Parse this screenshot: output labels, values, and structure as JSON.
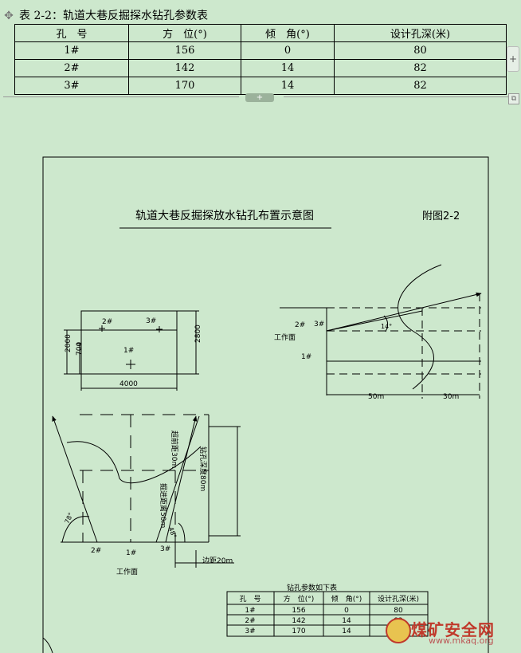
{
  "caption": "表 2-2：轨道大巷反掘探水钻孔参数表",
  "table": {
    "headers": [
      "孔　号",
      "方　位(°)",
      "倾　角(°)",
      "设计孔深(米)"
    ],
    "rows": [
      [
        "1#",
        "156",
        "0",
        "80"
      ],
      [
        "2#",
        "142",
        "14",
        "82"
      ],
      [
        "3#",
        "170",
        "14",
        "82"
      ]
    ]
  },
  "drawing": {
    "title": "轨道大巷反掘探放水钻孔布置示意图",
    "figure_no": "附图2-2",
    "plan_view": {
      "hole_2": "2#",
      "hole_3": "3#",
      "hole_1": "1#",
      "dim_2000": "2000",
      "dim_700": "700",
      "dim_2800": "2800",
      "dim_4000": "4000"
    },
    "side_view": {
      "hole_2": "2#",
      "hole_3": "3#",
      "hole_1": "1#",
      "angle": "14°",
      "face": "工作面",
      "dist_50": "50m",
      "dist_30": "30m"
    },
    "top_view": {
      "hole_2": "2#",
      "hole_1": "1#",
      "hole_3": "3#",
      "angle_left": "78°",
      "angle_right": "48°",
      "face": "工作面",
      "advance": "超前距30m",
      "depth": "钻孔深度80m",
      "dig": "掘进距离50m",
      "side": "边距20m"
    },
    "mini_table": {
      "title": "钻孔参数如下表",
      "headers": [
        "孔　号",
        "方　位(°)",
        "倾　角(°)",
        "设计孔深(米)"
      ],
      "rows": [
        [
          "1#",
          "156",
          "0",
          "80"
        ],
        [
          "2#",
          "142",
          "14",
          "82"
        ],
        [
          "3#",
          "170",
          "14",
          "82"
        ]
      ]
    }
  },
  "watermark": {
    "name": "煤矿安全网",
    "url": "www.mkaq.org"
  },
  "ui": {
    "move_icon": "move-icon",
    "add_row_icon": "plus-icon",
    "add_col_icon": "plus-icon",
    "resize_icon": "resize-icon"
  }
}
